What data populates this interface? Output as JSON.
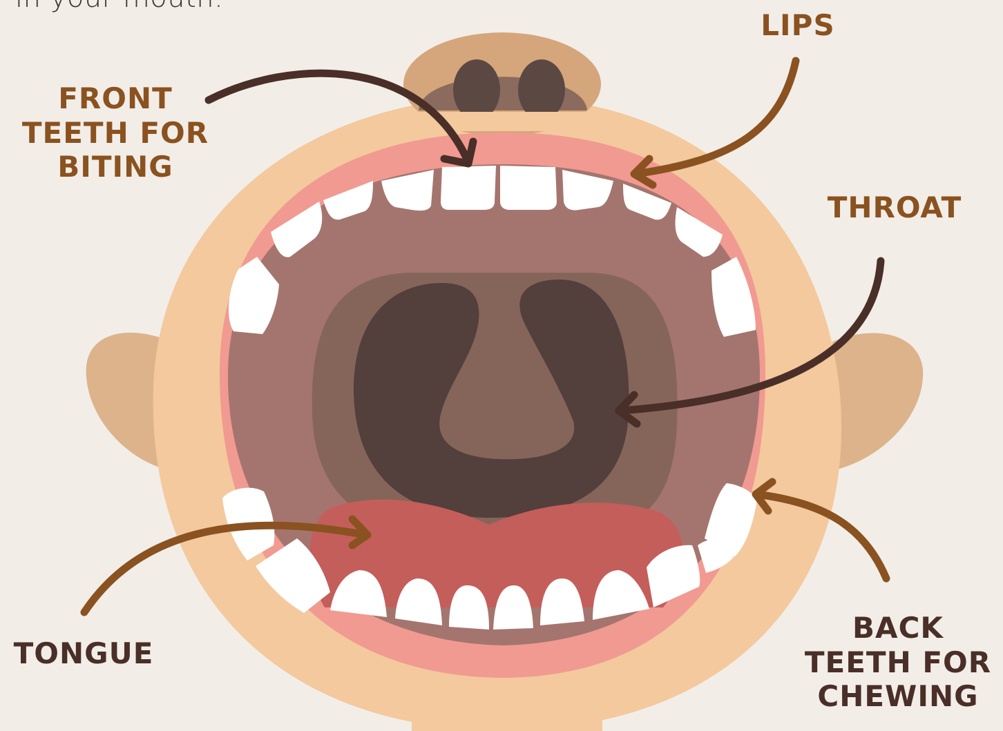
{
  "intro_text": "in your mouth.",
  "labels": {
    "front_teeth": [
      "FRONT",
      "TEETH FOR",
      "BITING"
    ],
    "lips": "LIPS",
    "throat": "THROAT",
    "tongue": "TONGUE",
    "back_teeth": [
      "BACK",
      "TEETH FOR",
      "CHEWING"
    ]
  },
  "colors": {
    "background": "#f2ede7",
    "skin": "#f3c99d",
    "ear": "#ddb38b",
    "nose": "#d5a67b",
    "nostril": "#5c4843",
    "lips": "#f19a91",
    "mouth_cavity": "#a4756e",
    "throat_dark": "#533f3b",
    "tongue": "#c45e5b",
    "teeth": "#ffffff",
    "label_brown": "#8a5220",
    "label_dark": "#4a2e28"
  }
}
